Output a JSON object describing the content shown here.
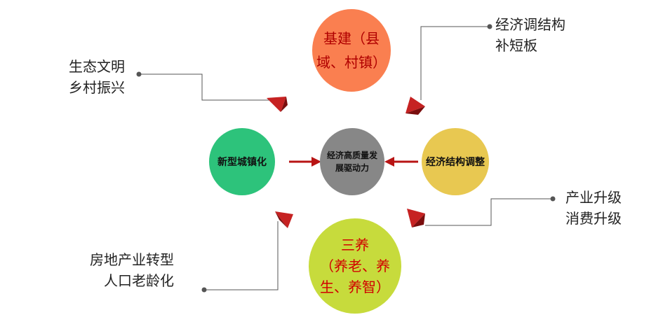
{
  "nodes": {
    "top": "基建（县域、村镇）",
    "left": "新型城镇化",
    "center": "经济高质量发展驱动力",
    "right": "经济结构调整",
    "bottom_line1": "三养",
    "bottom_line2": "（养老、养生、养智）"
  },
  "notes": {
    "top_left": [
      "生态文明",
      "乡村振兴"
    ],
    "top_right": [
      "经济调结构",
      "补短板"
    ],
    "bottom_right": [
      "产业升级",
      "消费升级"
    ],
    "bottom_left": [
      "房地产业转型",
      "人口老龄化"
    ]
  },
  "colors": {
    "top_circle": "#fa7f50",
    "left_circle": "#2dc37b",
    "center_circle": "#878787",
    "right_circle": "#e8c851",
    "bottom_circle": "#c7db3c",
    "arrow": "#b81414",
    "connector": "#555555"
  }
}
